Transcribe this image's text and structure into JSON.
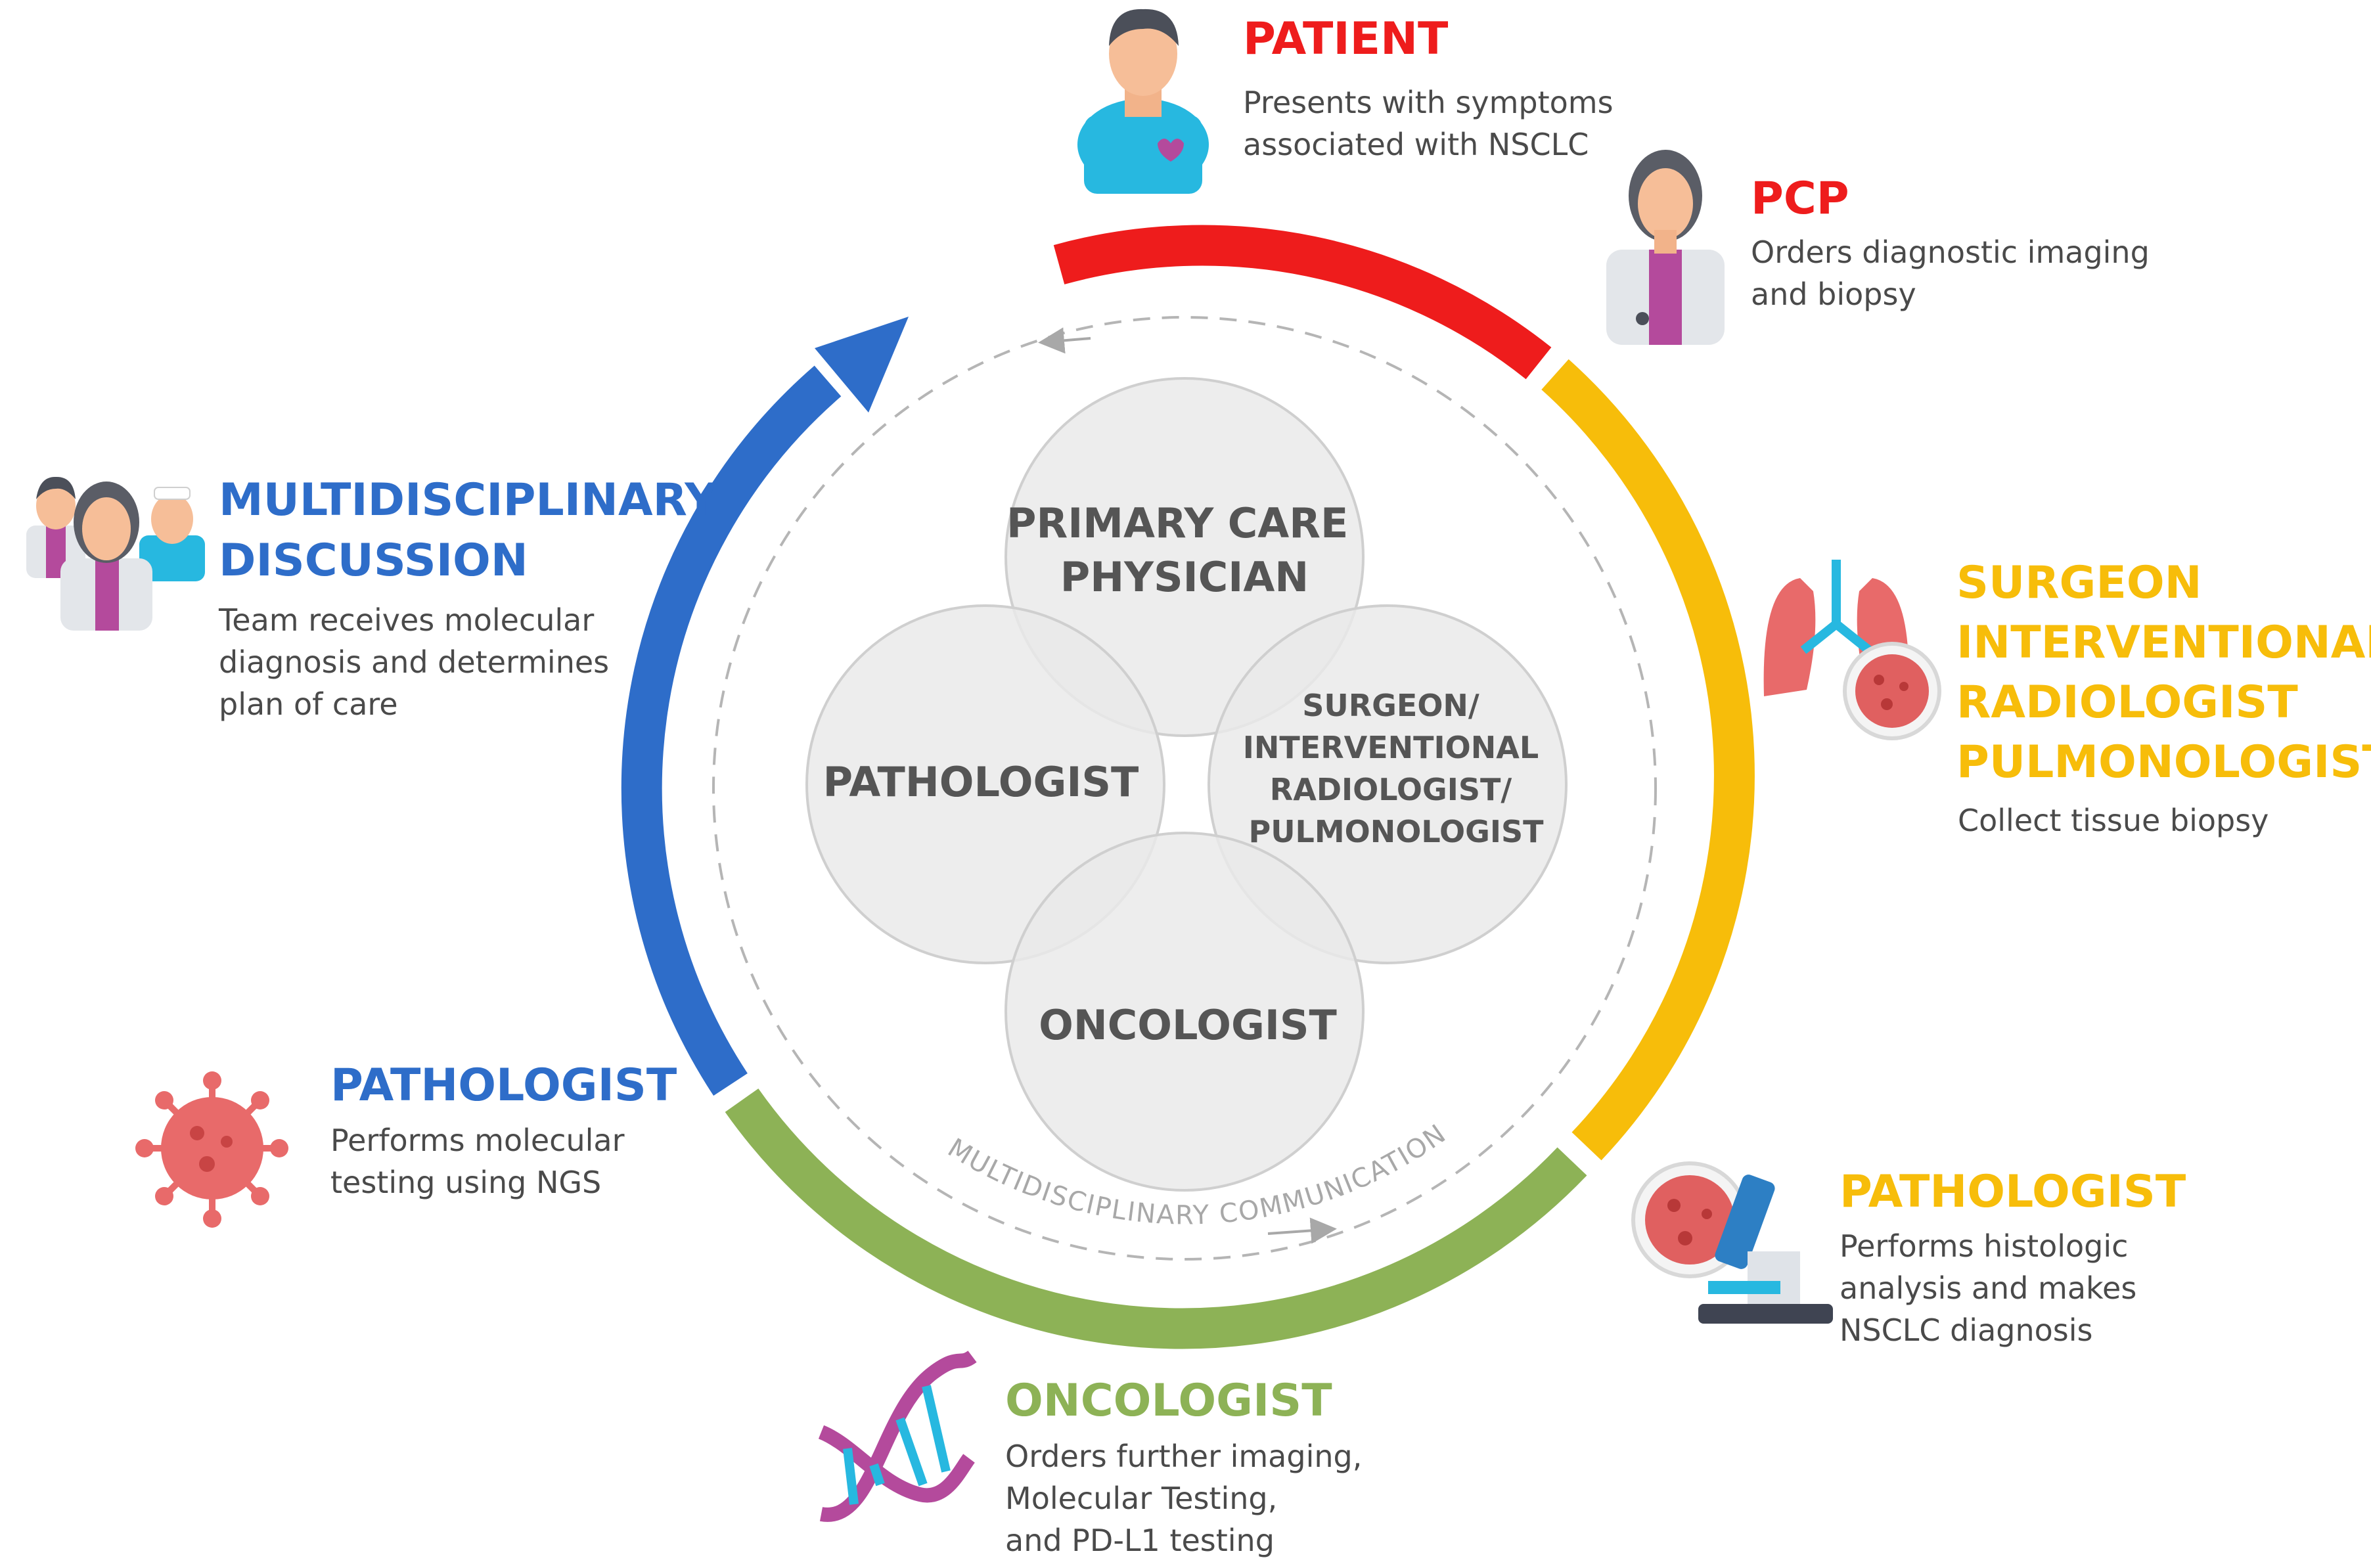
{
  "colors": {
    "patient": "#EE1C1C",
    "surgeon": "#F7BD0A",
    "oncologist": "#8DB256",
    "pathologist_left": "#2E6DC9",
    "center_circle": "#E9E9E9",
    "center_text": "#555555"
  },
  "center": {
    "top": [
      "PRIMARY CARE",
      "PHYSICIAN"
    ],
    "left": [
      "PATHOLOGIST"
    ],
    "right": [
      "SURGEON/",
      "INTERVENTIONAL",
      "RADIOLOGIST/",
      "PULMONOLOGIST"
    ],
    "bottom": [
      "ONCOLOGIST"
    ]
  },
  "communication_label": "MULTIDISCIPLINARY COMMUNICATION",
  "steps": {
    "patient": {
      "title": [
        "PATIENT"
      ],
      "desc": [
        "Presents with symptoms",
        "associated with NSCLC"
      ],
      "icon": "patient-icon"
    },
    "pcp": {
      "title": [
        "PCP"
      ],
      "desc": [
        "Orders diagnostic imaging",
        "and biopsy"
      ],
      "icon": "doctor-icon"
    },
    "surgeon": {
      "title": [
        "SURGEON",
        "INTERVENTIONAL",
        "RADIOLOGIST",
        "PULMONOLOGIST"
      ],
      "desc": [
        "Collect tissue biopsy"
      ],
      "icon": "lungs-icon"
    },
    "pathologist_right": {
      "title": [
        "PATHOLOGIST"
      ],
      "desc": [
        "Performs histologic",
        "analysis and makes",
        "NSCLC diagnosis"
      ],
      "icon": "microscope-icon"
    },
    "oncologist": {
      "title": [
        "ONCOLOGIST"
      ],
      "desc": [
        "Orders further imaging,",
        "Molecular Testing,",
        "and PD-L1 testing"
      ],
      "icon": "dna-icon"
    },
    "pathologist_left": {
      "title": [
        "PATHOLOGIST"
      ],
      "desc": [
        "Performs molecular",
        "testing using NGS"
      ],
      "icon": "virus-icon"
    },
    "multidisciplinary": {
      "title": [
        "MULTIDISCIPLINARY",
        "DISCUSSION"
      ],
      "desc": [
        "Team receives molecular",
        "diagnosis and determines",
        "plan of care"
      ],
      "icon": "team-icon"
    }
  }
}
